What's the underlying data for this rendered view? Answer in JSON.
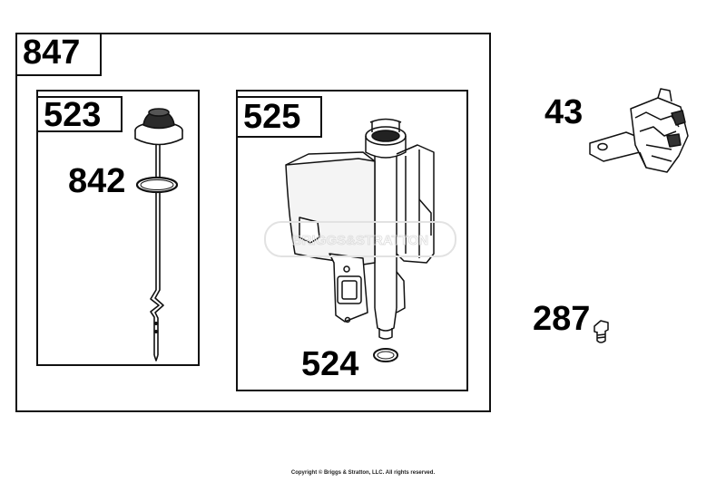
{
  "kit": {
    "label": "847"
  },
  "dipstick_kit": {
    "label": "523",
    "dipstick_label": "842"
  },
  "tube_kit": {
    "label": "525",
    "oring_label": "524"
  },
  "bracket": {
    "label": "43"
  },
  "screw": {
    "label": "287"
  },
  "watermark": "BRIGGS&STRATTON",
  "footer": {
    "copyright": "Copyright © Briggs & Stratton, LLC. All rights reserved."
  }
}
